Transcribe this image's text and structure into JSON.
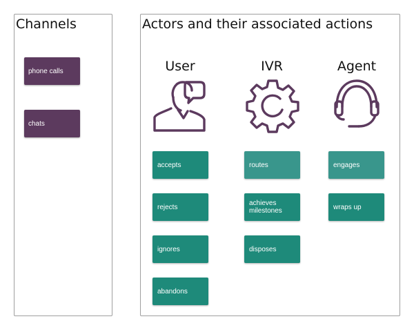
{
  "colors": {
    "channel": "#5c3a5e",
    "action_dark": "#1e8a7a",
    "action_light": "#39968c",
    "icon_stroke": "#5c3a5e"
  },
  "channels_panel": {
    "title": "Channels",
    "items": [
      {
        "label": "phone calls"
      },
      {
        "label": "chats"
      }
    ]
  },
  "actors_panel": {
    "title": "Actors and their associated actions",
    "actors": [
      {
        "name": "User",
        "icon": "user-with-speech-bubble-icon",
        "actions": [
          "accepts",
          "rejects",
          "ignores",
          "abandons"
        ]
      },
      {
        "name": "IVR",
        "icon": "gear-icon",
        "actions": [
          "routes",
          "achieves milestones",
          "disposes"
        ]
      },
      {
        "name": "Agent",
        "icon": "headset-icon",
        "actions": [
          "engages",
          "wraps up"
        ]
      }
    ]
  }
}
